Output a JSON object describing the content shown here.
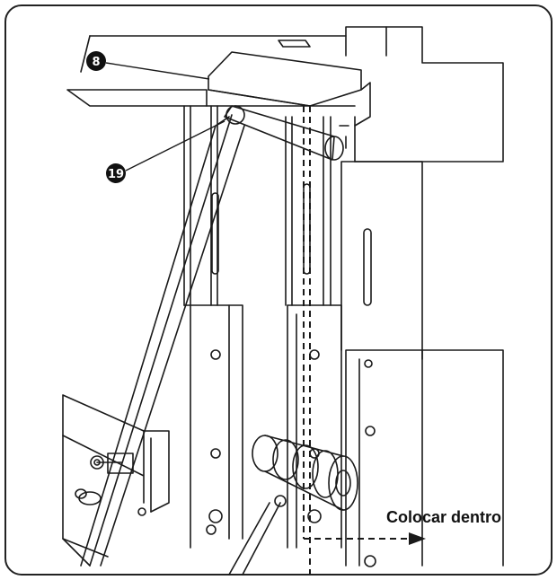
{
  "callouts": [
    {
      "id": "part-8",
      "label": "8"
    },
    {
      "id": "part-19",
      "label": "19"
    }
  ],
  "annotation": "Colocar dentro",
  "colors": {
    "ink": "#1a1a1a",
    "background": "#ffffff",
    "frame": "#222222"
  }
}
